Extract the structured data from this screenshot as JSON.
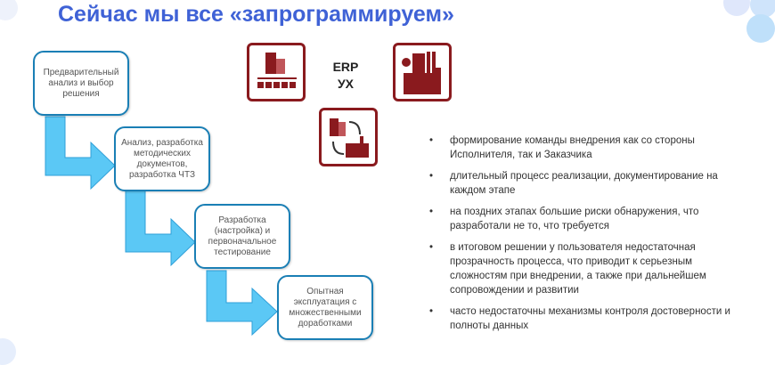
{
  "title": "Сейчас мы все «запрограммируем»",
  "steps": [
    "Предварительный анализ и выбор решения",
    "Анализ, разработка методических документов, разработка ЧТЗ",
    "Разработка (настройка) и первоначальное тестирование",
    "Опытная эксплуатация с множественными доработками"
  ],
  "erp_label": [
    "ERP",
    "УХ"
  ],
  "bullets": [
    "формирование команды внедрения как со стороны Исполнителя, так и Заказчика",
    "длительный процесс реализации, документирование на каждом этапе",
    "на поздних этапах большие риски обнаружения, что разработали не то, что требуется",
    "в итоговом решении у пользователя недостаточная прозрачность процесса, что приводит к серьезным сложностям при внедрении, а также при дальнейшем сопровождении и развитии",
    "часто недостаточны механизмы контроля достоверности и полноты данных"
  ],
  "colors": {
    "title": "#3f62d6",
    "box_border": "#1a7fb5",
    "arrow": "#5bc8f5",
    "icon": "#8a1a1e"
  }
}
